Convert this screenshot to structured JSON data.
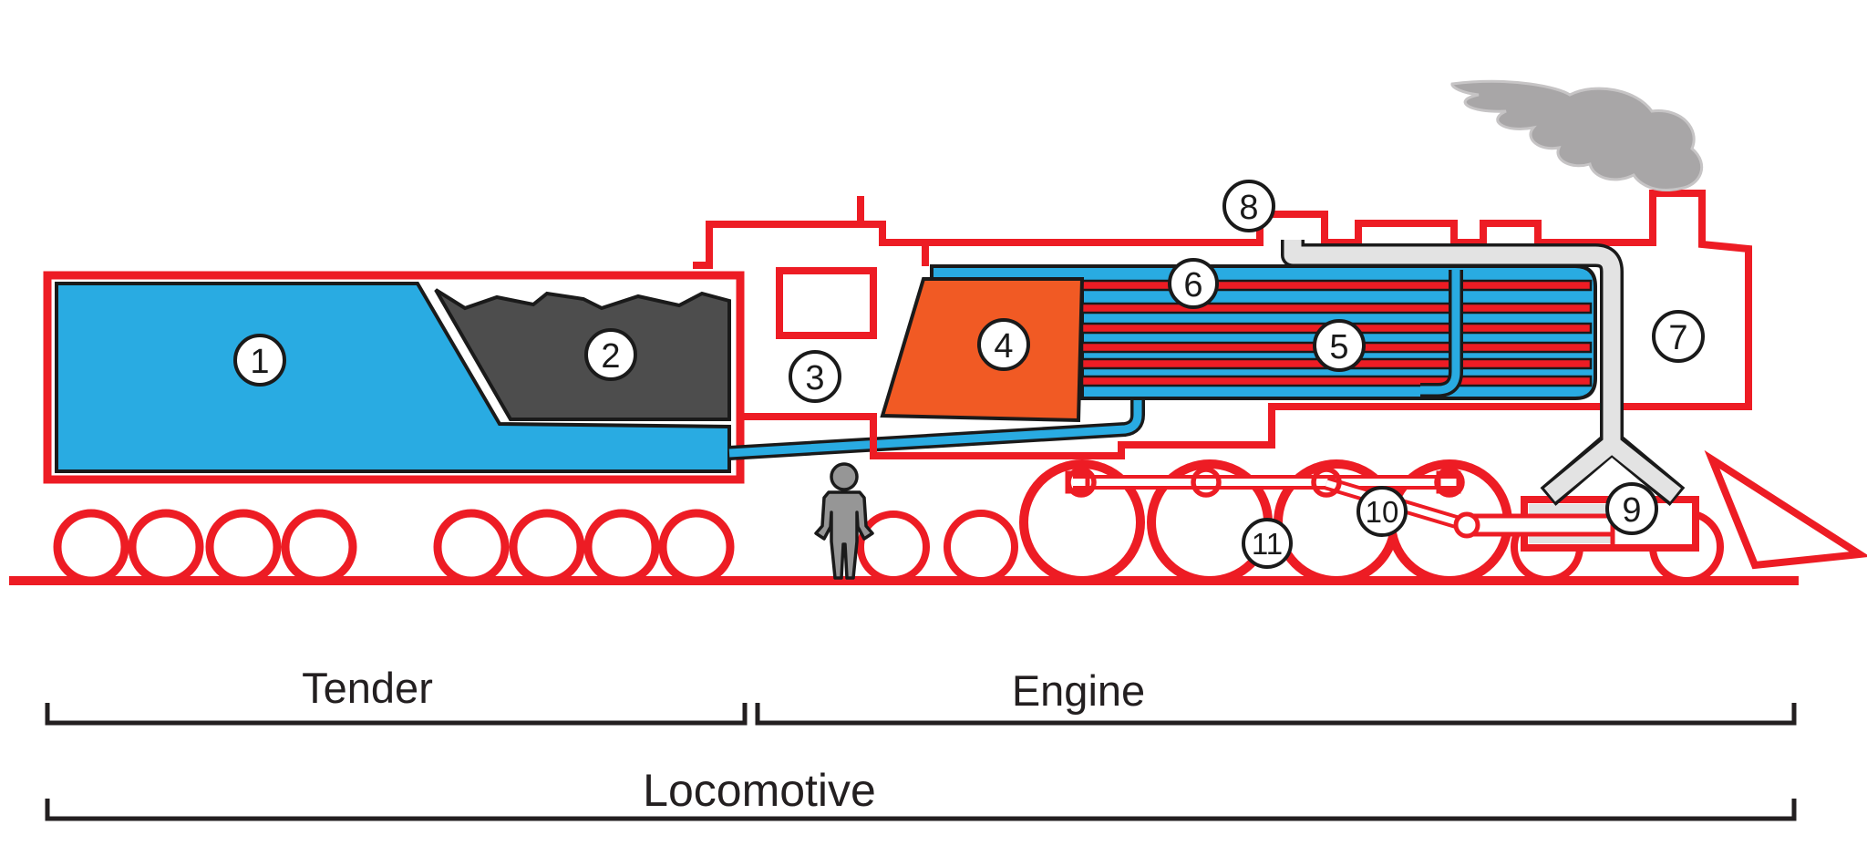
{
  "colors": {
    "red": "#ED1C24",
    "blue": "#29ABE2",
    "coal": "#4D4D4D",
    "orange": "#F15A24",
    "smoke": "#A8A6A7",
    "smoke_edge": "#C6C4C5",
    "steel": "#E3E3E3",
    "person": "#969696",
    "ink": "#1A1A1A",
    "text": "#231F20"
  },
  "callouts": [
    {
      "number": "1"
    },
    {
      "number": "2"
    },
    {
      "number": "3"
    },
    {
      "number": "4"
    },
    {
      "number": "5"
    },
    {
      "number": "6"
    },
    {
      "number": "7"
    },
    {
      "number": "8"
    },
    {
      "number": "9"
    },
    {
      "number": "10"
    },
    {
      "number": "11"
    }
  ],
  "sections": {
    "tender": "Tender",
    "engine": "Engine",
    "locomotive": "Locomotive"
  }
}
